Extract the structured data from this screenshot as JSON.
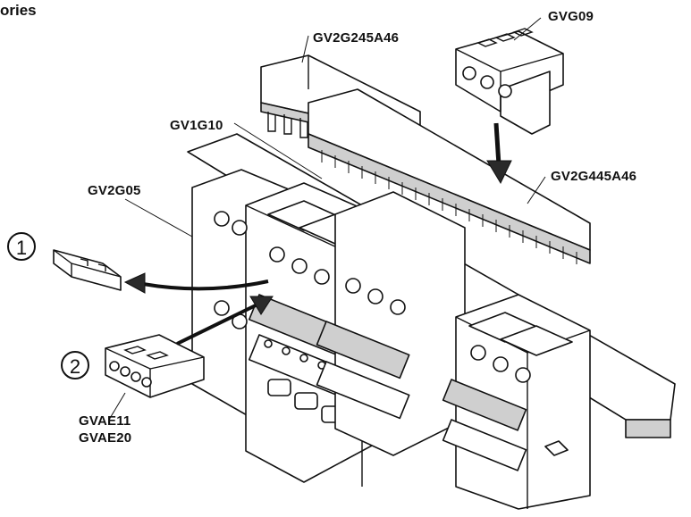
{
  "header": {
    "title": "ories"
  },
  "labels": {
    "gvg09": "GVG09",
    "gv2g245a46": "GV2G245A46",
    "gv1g10": "GV1G10",
    "gv2g05": "GV2G05",
    "gv2g445a46": "GV2G445A46",
    "gvae11": "GVAE11",
    "gvae20": "GVAE20"
  },
  "steps": {
    "one": "1",
    "two": "2"
  }
}
